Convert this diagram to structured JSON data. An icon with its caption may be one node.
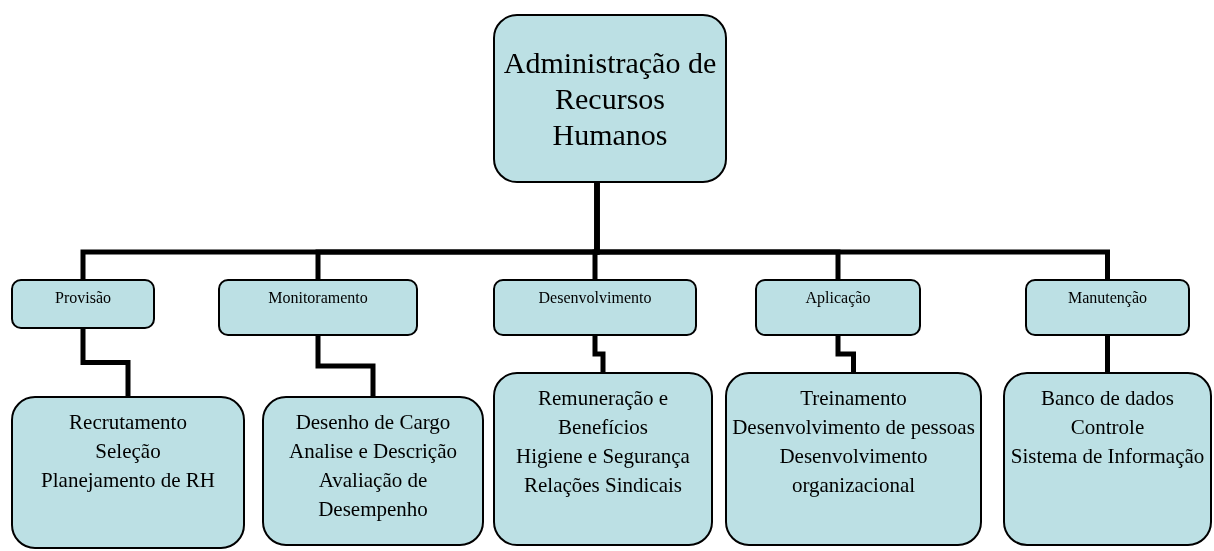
{
  "diagram": {
    "nodes": [
      {
        "text": [
          "Administração de Recursos Humanos"
        ]
      },
      {
        "text": [
          "Provisão"
        ]
      },
      {
        "text": [
          "Monitoramento"
        ]
      },
      {
        "text": [
          "Desenvolvimento"
        ]
      },
      {
        "text": [
          "Aplicação"
        ]
      },
      {
        "text": [
          "Manutenção"
        ]
      },
      {
        "text": [
          "Recrutamento",
          "Seleção",
          "Planejamento de RH"
        ]
      },
      {
        "text": [
          "Desenho de Cargo",
          "Analise e Descrição",
          "Avaliação de Desempenho"
        ]
      },
      {
        "text": [
          "Remuneração e Benefícios",
          "Higiene e Segurança",
          "Relações Sindicais"
        ]
      },
      {
        "text": [
          "Treinamento",
          "Desenvolvimento de pessoas",
          "Desenvolvimento organizacional"
        ]
      },
      {
        "text": [
          "Banco de dados",
          "Controle",
          "Sistema de Informação"
        ]
      }
    ],
    "edges": [
      {
        "from": 0,
        "to": 1,
        "arrow": "none"
      },
      {
        "from": 0,
        "to": 2,
        "arrow": "none"
      },
      {
        "from": 0,
        "to": 3,
        "arrow": "none"
      },
      {
        "from": 0,
        "to": 4,
        "arrow": "none"
      },
      {
        "from": 0,
        "to": 5,
        "arrow": "none"
      },
      {
        "from": 1,
        "to": 6,
        "arrow": "none"
      },
      {
        "from": 2,
        "to": 7,
        "arrow": "none"
      },
      {
        "from": 3,
        "to": 8,
        "arrow": "none"
      },
      {
        "from": 4,
        "to": 9,
        "arrow": "none"
      },
      {
        "from": 5,
        "to": 10,
        "arrow": "none"
      }
    ]
  }
}
